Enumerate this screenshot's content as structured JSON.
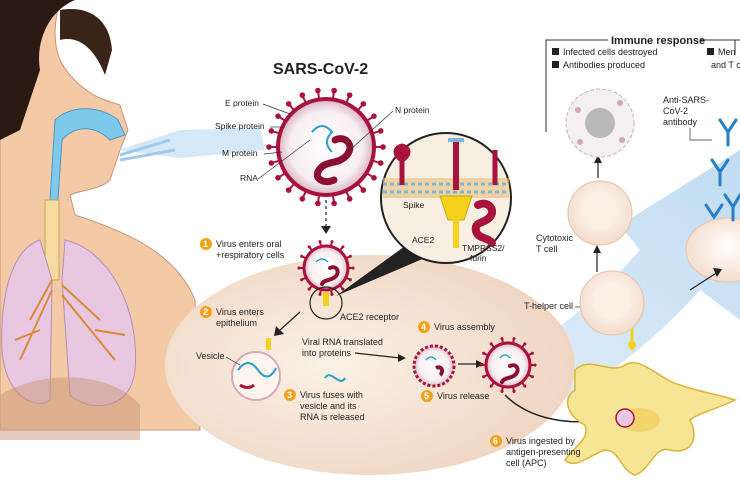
{
  "title": "SARS-CoV-2",
  "virus_labels": {
    "e_protein": "E protein",
    "spike_protein": "Spike protein",
    "m_protein": "M protein",
    "rna": "RNA",
    "n_protein": "N protein"
  },
  "zoom_labels": {
    "spike": "Spike",
    "ace2": "ACE2",
    "tmprss2_line1": "TMPRSS2/",
    "tmprss2_line2": "furin"
  },
  "steps": [
    {
      "num": "1",
      "line1": "Virus enters oral",
      "line2": "+respiratory cells"
    },
    {
      "num": "2",
      "line1": "Virus enters",
      "line2": "epithelium"
    },
    {
      "num": "3",
      "line1": "Virus fuses with",
      "line2": "vesicle and its",
      "line3": "RNA is released"
    },
    {
      "num": "4",
      "line1": "Virus assembly"
    },
    {
      "num": "5",
      "line1": "Virus release"
    },
    {
      "num": "6",
      "line1": "Virus ingested by",
      "line2": "antigen-presenting",
      "line3": "cell (APC)"
    }
  ],
  "cell_labels": {
    "ace2_receptor": "ACE2 receptor",
    "vesicle": "Vesicle",
    "viral_rna_line1": "Viral RNA translated",
    "viral_rna_line2": "into proteins",
    "cytotoxic_line1": "Cytotoxic",
    "cytotoxic_line2": "T cell",
    "t_helper": "T-helper cell",
    "antibody_line1": "Anti-SARS-",
    "antibody_line2": "CoV-2",
    "antibody_line3": "antibody"
  },
  "immune": {
    "title": "Immune response",
    "bullets": [
      "Infected cells destroyed",
      "Antibodies produced"
    ],
    "cut_line1": "Men",
    "cut_line2": "and T c"
  },
  "colors": {
    "virus_red": "#a8123c",
    "rna_blue": "#2a9fc9",
    "step_orange": "#f0a21c",
    "ace2_yellow": "#f2d21b",
    "skin": "#f3c9a6",
    "lung_pink": "#e7c8e0",
    "airway_blue": "#7ec8ec",
    "cell_cream": "#f6ead7",
    "apc_yellow": "#f7e596",
    "arrow_blue": "#cde3f3"
  }
}
